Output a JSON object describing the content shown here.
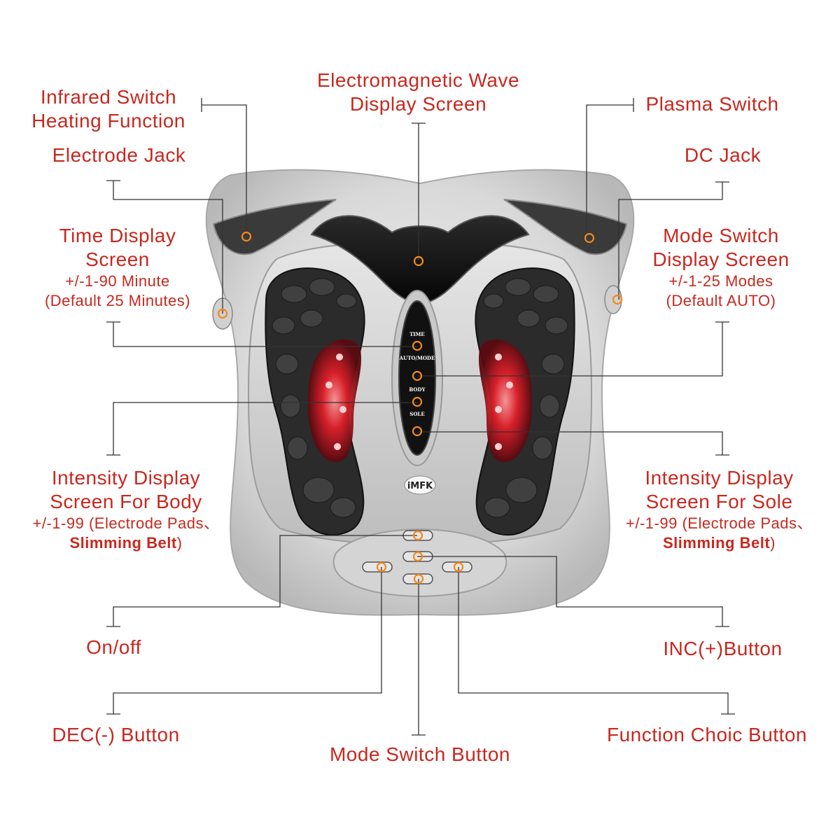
{
  "labels": {
    "infrared_line1": "Infrared Switch",
    "infrared_line2": "Heating Function",
    "electrode_jack": "Electrode Jack",
    "em_wave_line1": "Electromagnetic Wave",
    "em_wave_line2": "Display Screen",
    "plasma_switch": "Plasma Switch",
    "dc_jack": "DC Jack",
    "time_line1": "Time Display",
    "time_line2": "Screen",
    "time_sub1": "+/-1-90 Minute",
    "time_sub2": "(Default 25 Minutes)",
    "mode_line1": "Mode Switch",
    "mode_line2": "Display Screen",
    "mode_sub1": "+/-1-25 Modes",
    "mode_sub2": "(Default AUTO)",
    "body_line1": "Intensity Display",
    "body_line2": "Screen For Body",
    "body_sub1": "+/-1-99 (Electrode Pads、",
    "body_sub2": "Slimming Belt",
    "body_sub3": ")",
    "sole_line1": "Intensity Display",
    "sole_line2": "Screen For Sole",
    "sole_sub1": "+/-1-99 (Electrode Pads、",
    "sole_sub2": "Slimming Belt",
    "sole_sub3": ")",
    "on_off": "On/off",
    "inc_button": "INC(+)Button",
    "dec_button": "DEC(-) Button",
    "function_button": "Function Choic Button",
    "mode_switch_button": "Mode Switch Button"
  },
  "device": {
    "brand": "iMFK",
    "panel_time": "TIME",
    "panel_auto": "AUTO/MODE",
    "panel_body": "BODY",
    "panel_sole": "SOLE"
  },
  "colors": {
    "label": "#c8281f",
    "marker": "#f08a1c",
    "leader": "#333333",
    "led": "#e0202a"
  }
}
